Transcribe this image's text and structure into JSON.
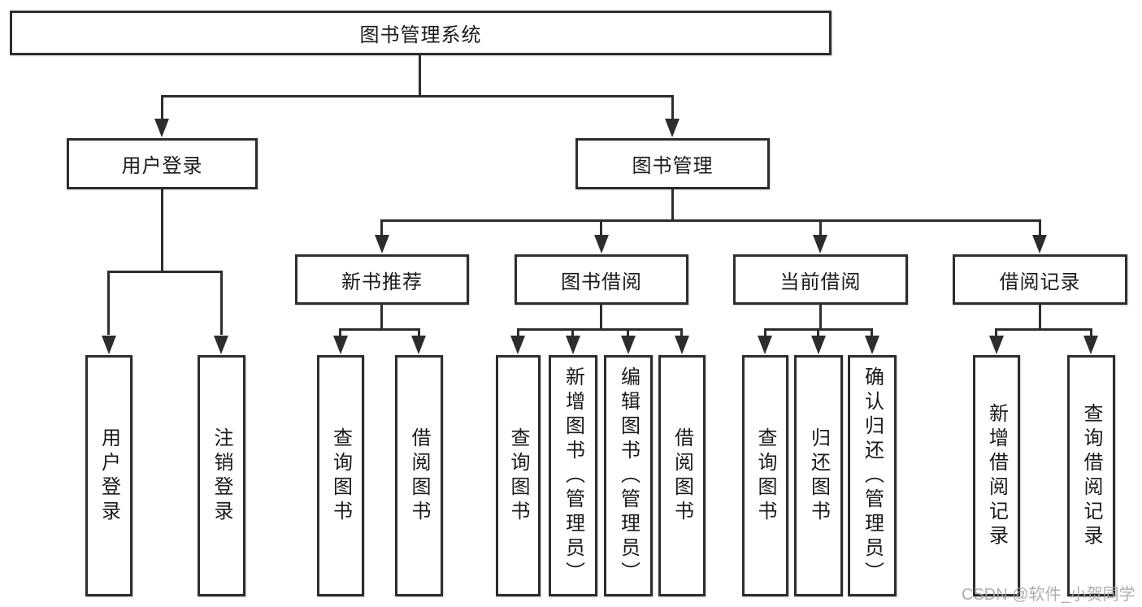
{
  "tree": {
    "label": "图书管理系统",
    "children": [
      {
        "label": "用户登录",
        "children": [
          {
            "label": "用户登录"
          },
          {
            "label": "注销登录"
          }
        ]
      },
      {
        "label": "图书管理",
        "children": [
          {
            "label": "新书推荐",
            "children": [
              {
                "label": "查询图书"
              },
              {
                "label": "借阅图书"
              }
            ]
          },
          {
            "label": "图书借阅",
            "children": [
              {
                "label": "查询图书"
              },
              {
                "label": "新增图书（管理员）"
              },
              {
                "label": "编辑图书（管理员）"
              },
              {
                "label": "借阅图书"
              }
            ]
          },
          {
            "label": "当前借阅",
            "children": [
              {
                "label": "查询图书"
              },
              {
                "label": "归还图书"
              },
              {
                "label": "确认归还（管理员）"
              }
            ]
          },
          {
            "label": "借阅记录",
            "children": [
              {
                "label": "新增借阅记录"
              },
              {
                "label": "查询借阅记录"
              }
            ]
          }
        ]
      }
    ]
  },
  "watermark": "CSDN @软件_小贺同学",
  "colors": {
    "line": "#2d2d2d",
    "text": "#1a1a1a",
    "background": "#ffffff",
    "watermark": "#a6a6a6"
  }
}
